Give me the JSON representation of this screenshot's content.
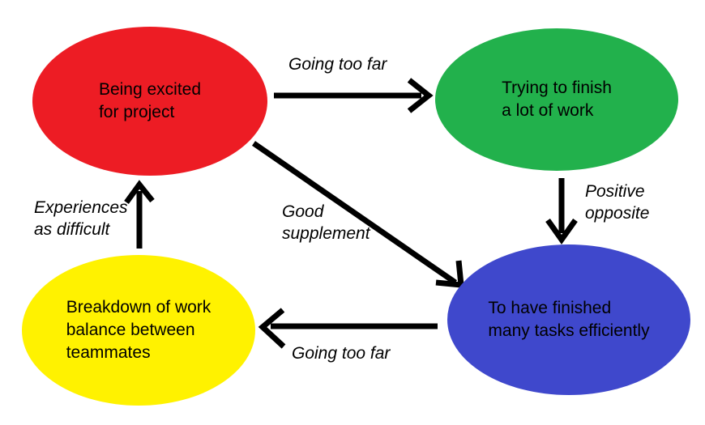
{
  "diagram": {
    "background": "#FFFFFF",
    "arrow_color": "#000000",
    "text_color": "#000000"
  },
  "nodes": [
    {
      "id": "being-excited",
      "label": "Being excited\nfor project",
      "color": "#ED1C24"
    },
    {
      "id": "trying-finish",
      "label": "Trying to finish\na lot of work",
      "color": "#22B14C"
    },
    {
      "id": "have-finished",
      "label": "To have finished\nmany tasks efficiently",
      "color": "#3F48CC"
    },
    {
      "id": "breakdown",
      "label": "Breakdown of work\nbalance between\nteammates",
      "color": "#FFF200"
    }
  ],
  "edges": [
    {
      "id": "excited-to-trying",
      "from": "being-excited",
      "to": "trying-finish",
      "label": "Going too far"
    },
    {
      "id": "trying-to-finished",
      "from": "trying-finish",
      "to": "have-finished",
      "label": "Positive\nopposite"
    },
    {
      "id": "excited-to-finished",
      "from": "being-excited",
      "to": "have-finished",
      "label": "Good\nsupplement"
    },
    {
      "id": "finished-to-breakdown",
      "from": "have-finished",
      "to": "breakdown",
      "label": "Going too far"
    },
    {
      "id": "breakdown-to-excited",
      "from": "breakdown",
      "to": "being-excited",
      "label": "Experiences\nas difficult"
    }
  ]
}
